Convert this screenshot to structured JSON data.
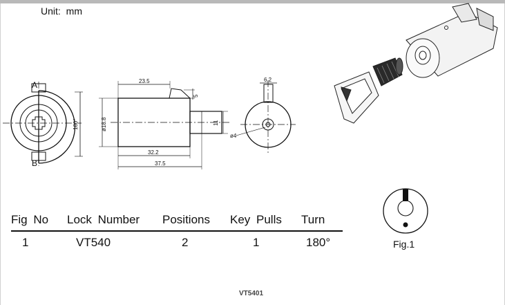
{
  "unit_label": "Unit:  mm",
  "drawing": {
    "front": {
      "label_a": "A",
      "label_b": "B",
      "angle": "180°"
    },
    "side": {
      "dim_top": "23.5",
      "dim_notch": "5",
      "dim_diameter": "ø18.8",
      "dim_stem": "11",
      "dim_mid": "32.2",
      "dim_overall": "37.5"
    },
    "rear": {
      "dim_tab": "6.2",
      "dim_hole": "ø4"
    }
  },
  "table": {
    "headers": [
      "Fig No",
      "Lock Number",
      "Positions",
      "Key Pulls",
      "Turn"
    ],
    "row": [
      "1",
      "VT540",
      "2",
      "1",
      "180°"
    ]
  },
  "figure_caption": "Fig.1",
  "product_code": "VT5401"
}
